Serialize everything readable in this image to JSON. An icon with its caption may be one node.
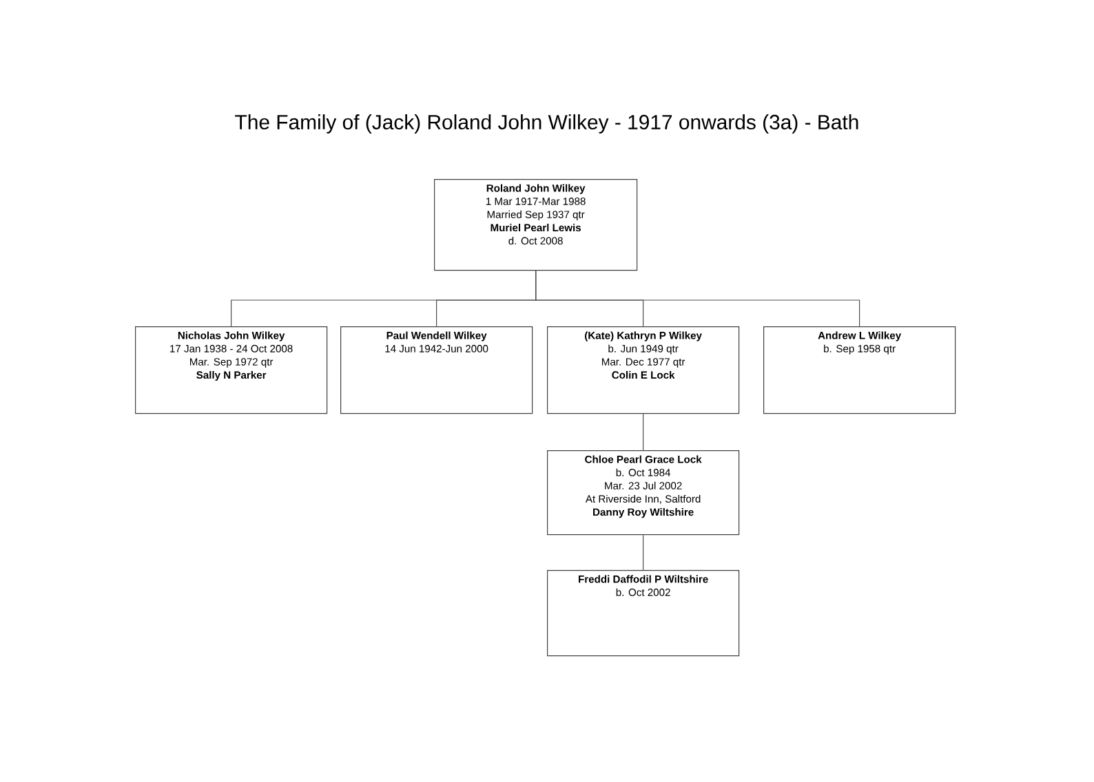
{
  "diagram": {
    "title": "The Family of (Jack) Roland John Wilkey - 1917 onwards (3a) - Bath",
    "nodes": [
      {
        "text": [
          "Roland John Wilkey",
          "1 Mar 1917-Mar 1988",
          "Married Sep 1937 qtr",
          "Muriel Pearl Lewis",
          "d. Oct 2008"
        ]
      },
      {
        "text": [
          "Nicholas John Wilkey",
          "17 Jan 1938 - 24 Oct 2008",
          "Mar. Sep 1972 qtr",
          "Sally N Parker"
        ]
      },
      {
        "text": [
          "Paul Wendell Wilkey",
          "14 Jun 1942-Jun 2000"
        ]
      },
      {
        "text": [
          "(Kate) Kathryn P Wilkey",
          "b. Jun 1949 qtr",
          "Mar. Dec 1977 qtr",
          "Colin E Lock"
        ]
      },
      {
        "text": [
          "Andrew L Wilkey",
          "b. Sep 1958 qtr"
        ]
      },
      {
        "text": [
          "Chloe Pearl Grace Lock",
          "b. Oct 1984",
          "Mar. 23 Jul 2002",
          "At Riverside Inn, Saltford",
          "Danny Roy Wiltshire"
        ]
      },
      {
        "text": [
          "Freddi Daffodil P Wiltshire",
          "b. Oct 2002"
        ]
      }
    ],
    "edges": [
      {
        "from": 0,
        "to": 1,
        "arrow": "none"
      },
      {
        "from": 0,
        "to": 2,
        "arrow": "none"
      },
      {
        "from": 0,
        "to": 3,
        "arrow": "none"
      },
      {
        "from": 0,
        "to": 4,
        "arrow": "none"
      },
      {
        "from": 3,
        "to": 5,
        "arrow": "none"
      },
      {
        "from": 5,
        "to": 6,
        "arrow": "none"
      }
    ]
  }
}
